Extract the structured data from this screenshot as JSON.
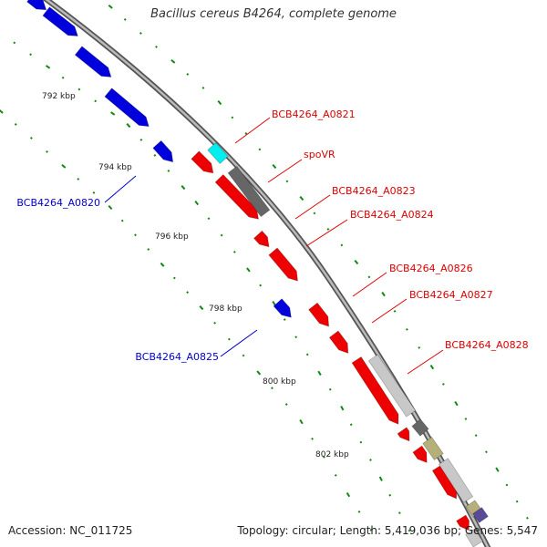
{
  "title": "Bacillus cereus B4264, complete genome",
  "footer": {
    "accession": "Accession: NC_011725",
    "topology": "Topology: circular; Length: 5,419,036 bp; Genes: 5,547"
  },
  "ticks": [
    "792 kbp",
    "794 kbp",
    "796 kbp",
    "798 kbp",
    "800 kbp",
    "802 kbp"
  ],
  "labels": [
    {
      "text": "BCB4264_A0820",
      "strand": "reverse"
    },
    {
      "text": "BCB4264_A0821",
      "strand": "forward"
    },
    {
      "text": "spoVR",
      "strand": "forward"
    },
    {
      "text": "BCB4264_A0823",
      "strand": "forward"
    },
    {
      "text": "BCB4264_A0824",
      "strand": "forward"
    },
    {
      "text": "BCB4264_A0825",
      "strand": "reverse"
    },
    {
      "text": "BCB4264_A0826",
      "strand": "forward"
    },
    {
      "text": "BCB4264_A0827",
      "strand": "forward"
    },
    {
      "text": "BCB4264_A0828",
      "strand": "forward"
    }
  ],
  "colors": {
    "forward_cds": "#ee0000",
    "reverse_cds": "#0000dd",
    "trna": "#00eeee",
    "gray_feature": "#666666",
    "light_gray_feature": "#c8c8c8",
    "khaki_feature": "#b5b07a",
    "purple_feature": "#5a4a9a",
    "backbone": "#888888",
    "gc_dots": "#118811",
    "forward_label": "#dd0000",
    "reverse_label": "#0000cc"
  }
}
